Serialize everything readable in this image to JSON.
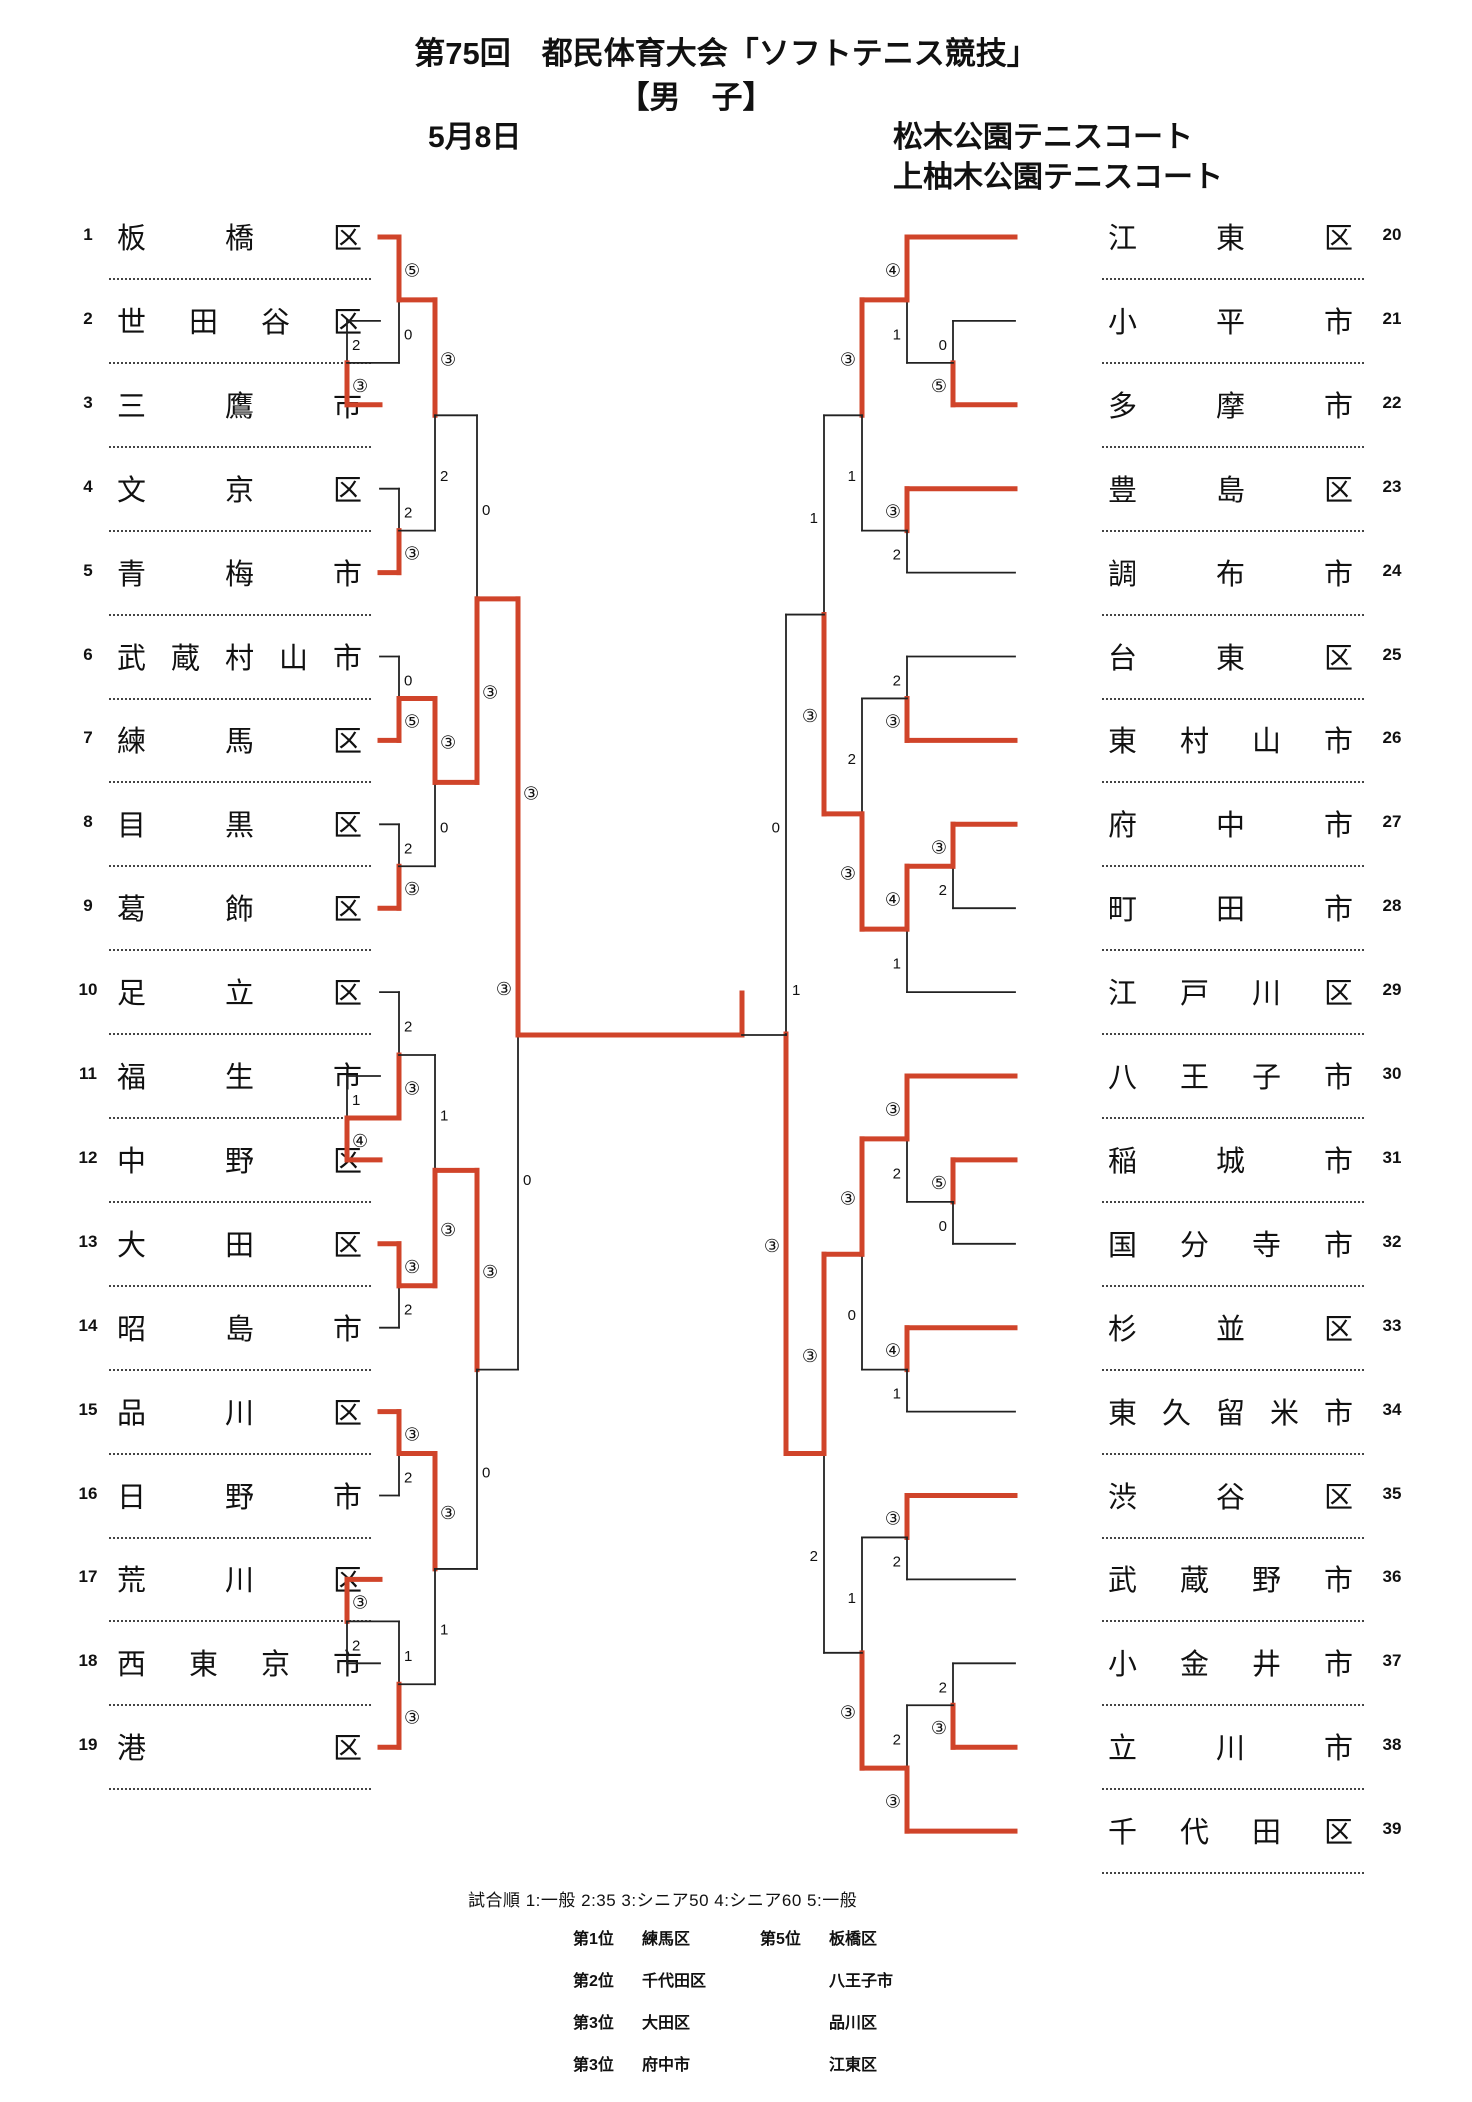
{
  "header": {
    "title": "第75回　都民体育大会「ソフトテニス競技」",
    "subtitle": "【男　子】",
    "date": "5月8日",
    "venues": [
      "松木公園テニスコート",
      "上柚木公園テニスコート"
    ]
  },
  "colors": {
    "winner_line": "#d0442a",
    "loser_line": "#222222"
  },
  "teams_left": [
    {
      "no": "1",
      "name": [
        "板",
        "橋",
        "区"
      ]
    },
    {
      "no": "2",
      "name": [
        "世",
        "田",
        "谷",
        "区"
      ]
    },
    {
      "no": "3",
      "name": [
        "三",
        "鷹",
        "市"
      ]
    },
    {
      "no": "4",
      "name": [
        "文",
        "京",
        "区"
      ]
    },
    {
      "no": "5",
      "name": [
        "青",
        "梅",
        "市"
      ]
    },
    {
      "no": "6",
      "name": [
        "武",
        "蔵",
        "村",
        "山",
        "市"
      ]
    },
    {
      "no": "7",
      "name": [
        "練",
        "馬",
        "区"
      ]
    },
    {
      "no": "8",
      "name": [
        "目",
        "黒",
        "区"
      ]
    },
    {
      "no": "9",
      "name": [
        "葛",
        "飾",
        "区"
      ]
    },
    {
      "no": "10",
      "name": [
        "足",
        "立",
        "区"
      ]
    },
    {
      "no": "11",
      "name": [
        "福",
        "生",
        "市"
      ]
    },
    {
      "no": "12",
      "name": [
        "中",
        "野",
        "区"
      ]
    },
    {
      "no": "13",
      "name": [
        "大",
        "田",
        "区"
      ]
    },
    {
      "no": "14",
      "name": [
        "昭",
        "島",
        "市"
      ]
    },
    {
      "no": "15",
      "name": [
        "品",
        "川",
        "区"
      ]
    },
    {
      "no": "16",
      "name": [
        "日",
        "野",
        "市"
      ]
    },
    {
      "no": "17",
      "name": [
        "荒",
        "川",
        "区"
      ]
    },
    {
      "no": "18",
      "name": [
        "西",
        "東",
        "京",
        "市"
      ]
    },
    {
      "no": "19",
      "name": [
        "港",
        "",
        "区"
      ]
    }
  ],
  "teams_right": [
    {
      "no": "20",
      "name": [
        "江",
        "東",
        "区"
      ]
    },
    {
      "no": "21",
      "name": [
        "小",
        "平",
        "市"
      ]
    },
    {
      "no": "22",
      "name": [
        "多",
        "摩",
        "市"
      ]
    },
    {
      "no": "23",
      "name": [
        "豊",
        "島",
        "区"
      ]
    },
    {
      "no": "24",
      "name": [
        "調",
        "布",
        "市"
      ]
    },
    {
      "no": "25",
      "name": [
        "台",
        "東",
        "区"
      ]
    },
    {
      "no": "26",
      "name": [
        "東",
        "村",
        "山",
        "市"
      ]
    },
    {
      "no": "27",
      "name": [
        "府",
        "中",
        "市"
      ]
    },
    {
      "no": "28",
      "name": [
        "町",
        "田",
        "市"
      ]
    },
    {
      "no": "29",
      "name": [
        "江",
        "戸",
        "川",
        "区"
      ]
    },
    {
      "no": "30",
      "name": [
        "八",
        "王",
        "子",
        "市"
      ]
    },
    {
      "no": "31",
      "name": [
        "稲",
        "城",
        "市"
      ]
    },
    {
      "no": "32",
      "name": [
        "国",
        "分",
        "寺",
        "市"
      ]
    },
    {
      "no": "33",
      "name": [
        "杉",
        "並",
        "区"
      ]
    },
    {
      "no": "34",
      "name": [
        "東",
        "久",
        "留",
        "米",
        "市"
      ]
    },
    {
      "no": "35",
      "name": [
        "渋",
        "谷",
        "区"
      ]
    },
    {
      "no": "36",
      "name": [
        "武",
        "蔵",
        "野",
        "市"
      ]
    },
    {
      "no": "37",
      "name": [
        "小",
        "金",
        "井",
        "市"
      ]
    },
    {
      "no": "38",
      "name": [
        "立",
        "川",
        "市"
      ]
    },
    {
      "no": "39",
      "name": [
        "千",
        "代",
        "田",
        "区"
      ]
    }
  ],
  "bracket_left": {
    "level": 5,
    "winner": "a",
    "sa": "③",
    "sb": "0",
    "a": {
      "level": 4,
      "winner": "b",
      "sa": "0",
      "sb": "③",
      "a": {
        "level": 3,
        "winner": "a",
        "sa": "③",
        "sb": "2",
        "a": {
          "level": 2,
          "winner": "a",
          "sa": "⑤",
          "sb": "0",
          "a": {
            "team": 1
          },
          "b": {
            "level": 1,
            "winner": "b",
            "sa": "2",
            "sb": "③",
            "a": {
              "team": 2
            },
            "b": {
              "team": 3
            }
          }
        },
        "b": {
          "level": 2,
          "winner": "b",
          "sa": "2",
          "sb": "③",
          "a": {
            "team": 4
          },
          "b": {
            "team": 5
          }
        }
      },
      "b": {
        "level": 3,
        "winner": "a",
        "sa": "③",
        "sb": "0",
        "a": {
          "level": 2,
          "winner": "b",
          "sa": "0",
          "sb": "⑤",
          "a": {
            "team": 6
          },
          "b": {
            "team": 7
          }
        },
        "b": {
          "level": 2,
          "winner": "b",
          "sa": "2",
          "sb": "③",
          "a": {
            "team": 8
          },
          "b": {
            "team": 9
          }
        }
      }
    },
    "b": {
      "level": 4,
      "winner": "a",
      "sa": "③",
      "sb": "0",
      "a": {
        "level": 3,
        "winner": "b",
        "sa": "1",
        "sb": "③",
        "a": {
          "level": 2,
          "winner": "b",
          "sa": "2",
          "sb": "③",
          "a": {
            "team": 10
          },
          "b": {
            "level": 1,
            "winner": "b",
            "sa": "1",
            "sb": "④",
            "a": {
              "team": 11
            },
            "b": {
              "team": 12
            }
          }
        },
        "b": {
          "level": 2,
          "winner": "a",
          "sa": "③",
          "sb": "2",
          "a": {
            "team": 13
          },
          "b": {
            "team": 14
          }
        }
      },
      "b": {
        "level": 3,
        "winner": "a",
        "sa": "③",
        "sb": "1",
        "a": {
          "level": 2,
          "winner": "a",
          "sa": "③",
          "sb": "2",
          "a": {
            "team": 15
          },
          "b": {
            "team": 16
          }
        },
        "b": {
          "level": 2,
          "winner": "b",
          "sa": "1",
          "sb": "③",
          "a": {
            "level": 1,
            "winner": "a",
            "sa": "③",
            "sb": "2",
            "a": {
              "team": 17
            },
            "b": {
              "team": 18
            }
          },
          "b": {
            "team": 19
          }
        }
      }
    }
  },
  "bracket_right": {
    "level": 5,
    "winner": "b",
    "sa": "0",
    "sb": "③",
    "a": {
      "level": 4,
      "winner": "b",
      "sa": "1",
      "sb": "③",
      "a": {
        "level": 3,
        "winner": "a",
        "sa": "③",
        "sb": "1",
        "a": {
          "level": 2,
          "winner": "a",
          "sa": "④",
          "sb": "1",
          "a": {
            "team": 20
          },
          "b": {
            "level": 1,
            "winner": "b",
            "sa": "0",
            "sb": "⑤",
            "a": {
              "team": 21
            },
            "b": {
              "team": 22
            }
          }
        },
        "b": {
          "level": 2,
          "winner": "a",
          "sa": "③",
          "sb": "2",
          "a": {
            "team": 23
          },
          "b": {
            "team": 24
          }
        }
      },
      "b": {
        "level": 3,
        "winner": "b",
        "sa": "2",
        "sb": "③",
        "a": {
          "level": 2,
          "winner": "b",
          "sa": "2",
          "sb": "③",
          "a": {
            "team": 25
          },
          "b": {
            "team": 26
          }
        },
        "b": {
          "level": 2,
          "winner": "a",
          "sa": "④",
          "sb": "1",
          "a": {
            "level": 1,
            "winner": "a",
            "sa": "③",
            "sb": "2",
            "a": {
              "team": 27
            },
            "b": {
              "team": 28
            }
          },
          "b": {
            "team": 29
          }
        }
      }
    },
    "b": {
      "level": 4,
      "winner": "a",
      "sa": "③",
      "sb": "2",
      "a": {
        "level": 3,
        "winner": "a",
        "sa": "③",
        "sb": "0",
        "a": {
          "level": 2,
          "winner": "a",
          "sa": "③",
          "sb": "2",
          "a": {
            "team": 30
          },
          "b": {
            "level": 1,
            "winner": "a",
            "sa": "⑤",
            "sb": "0",
            "a": {
              "team": 31
            },
            "b": {
              "team": 32
            }
          }
        },
        "b": {
          "level": 2,
          "winner": "a",
          "sa": "④",
          "sb": "1",
          "a": {
            "team": 33
          },
          "b": {
            "team": 34
          }
        }
      },
      "b": {
        "level": 3,
        "winner": "b",
        "sa": "1",
        "sb": "③",
        "a": {
          "level": 2,
          "winner": "a",
          "sa": "③",
          "sb": "2",
          "a": {
            "team": 35
          },
          "b": {
            "team": 36
          }
        },
        "b": {
          "level": 2,
          "winner": "b",
          "sa": "2",
          "sb": "③",
          "a": {
            "level": 1,
            "winner": "b",
            "sa": "2",
            "sb": "③",
            "a": {
              "team": 37
            },
            "b": {
              "team": 38
            }
          },
          "b": {
            "team": 39
          }
        }
      }
    }
  },
  "final": {
    "left_score": "③",
    "right_score": "1",
    "winner": "left"
  },
  "footer": {
    "match_order": "試合順 1:一般  2:35  3:シニア50  4:シニア60  5:一般",
    "rankings_left": [
      {
        "label": "第1位",
        "team": "練馬区"
      },
      {
        "label": "第2位",
        "team": "千代田区"
      },
      {
        "label": "第3位",
        "team": "大田区"
      },
      {
        "label": "第3位",
        "team": "府中市"
      }
    ],
    "rankings_right": [
      {
        "label": "第5位",
        "team": "板橋区"
      },
      {
        "label": "",
        "team": "八王子市"
      },
      {
        "label": "",
        "team": "品川区"
      },
      {
        "label": "",
        "team": "江東区"
      }
    ]
  }
}
